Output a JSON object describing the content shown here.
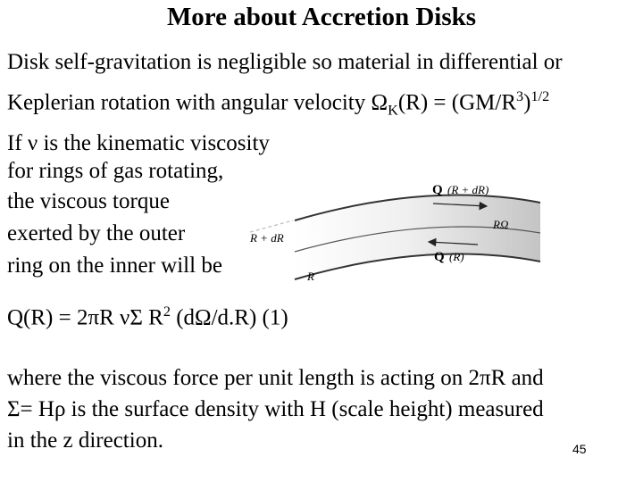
{
  "slide": {
    "title": "More about Accretion Disks",
    "intro": {
      "line1": "Disk self-gravitation is negligible so material in differential or",
      "line2_prefix": "Keplerian rotation with angular velocity ",
      "omega": "Ω",
      "omega_sub": "K",
      "line2_mid": "(R) = (GM/R",
      "cube": "3",
      "line2_close": ")",
      "power": "1/2"
    },
    "left_column": [
      "If  ν is the kinematic viscosity",
      "for rings of gas rotating,",
      "the viscous torque",
      "exerted by the outer",
      "ring on the inner will be"
    ],
    "equation": {
      "lhs": "Q(R) = 2πR  νΣ R",
      "square": "2",
      "rhs": " (dΩ/d.R) (1)"
    },
    "bottom_lines": [
      "where the viscous force per unit length is acting on 2πR and",
      "Σ= Hρ is the surface density with H (scale height) measured",
      "in the z direction."
    ],
    "page_number": "45"
  },
  "diagram": {
    "label_Q_top": "Q",
    "label_Q_top_arg": "(R + dR)",
    "label_center": "RΩ",
    "label_Q_bottom": "Q",
    "label_Q_bottom_arg": "(R)",
    "label_outer_radius": "R + dR",
    "label_inner_radius": "R",
    "colors": {
      "ring_fill_light": "#f2f2f2",
      "ring_fill_dark": "#c9c9c9",
      "ring_edge": "#333333"
    }
  }
}
